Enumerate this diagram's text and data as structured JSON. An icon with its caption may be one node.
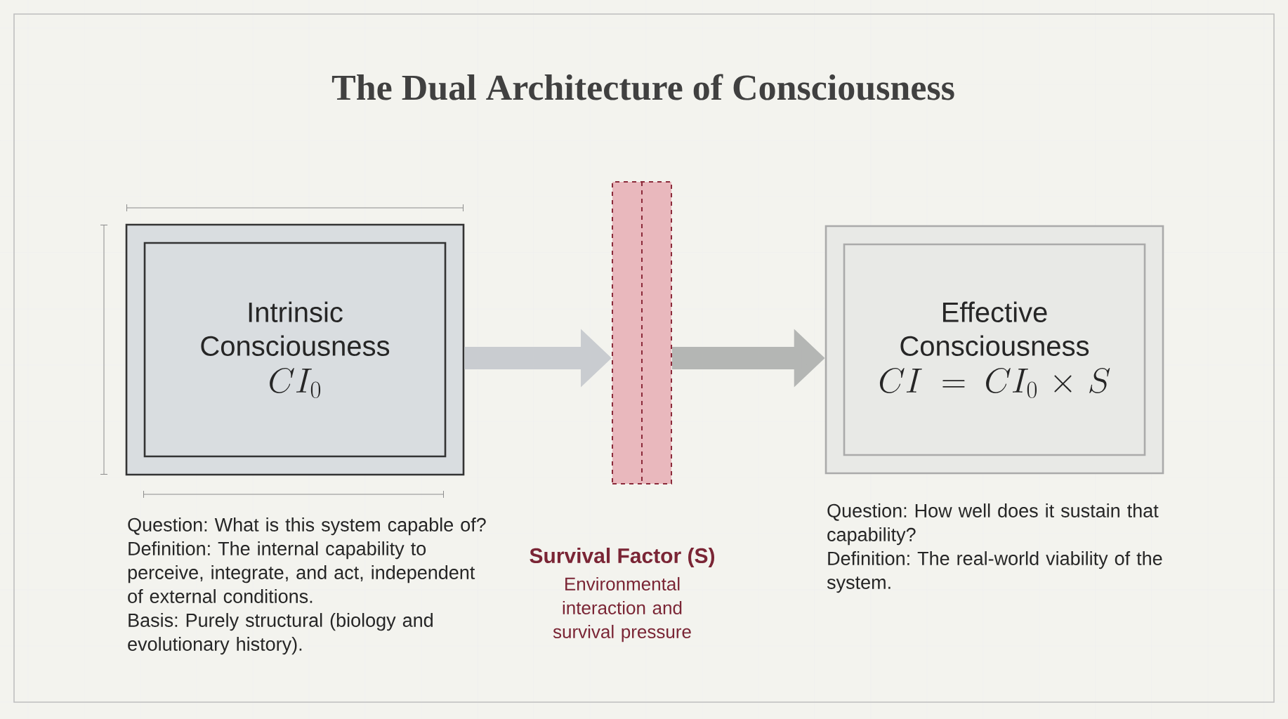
{
  "diagram": {
    "title": "The Dual Architecture of Consciousness",
    "nodes": [
      {
        "text": [
          "Intrinsic Consciousness",
          "CI_0"
        ],
        "beside": [
          "Question: What is this system capable of?",
          "Definition: The internal capability to perceive, integrate, and act, independent of external conditions.",
          "Basis: Purely structural (biology and evolutionary history)."
        ]
      },
      {
        "text": [
          "Survival Factor (S)"
        ]
      },
      {
        "text": [
          "Effective Consciousness",
          "CI = CI_0 \\times S"
        ],
        "beside": [
          "Question: How well does it sustain that capability?",
          "Definition: The real-world viability of the system."
        ]
      }
    ],
    "edges": [
      {
        "from": 0,
        "to": 1,
        "arrow": "to"
      },
      {
        "from": 1,
        "to": 2,
        "arrow": "to",
        "color": "#b4b6b4"
      }
    ],
    "labels": [
      "Environmental interaction and survival pressure"
    ]
  }
}
